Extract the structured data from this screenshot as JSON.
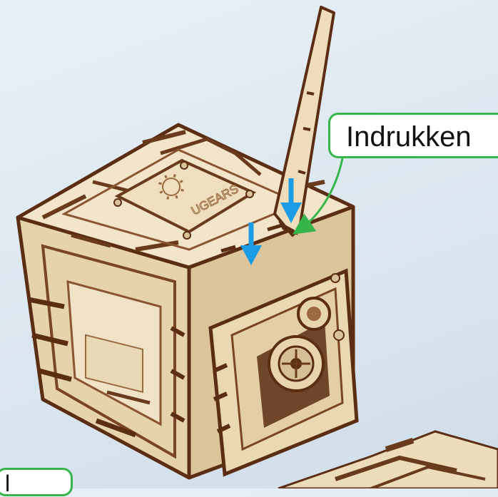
{
  "callouts": {
    "main_label": "Indrukken",
    "corner_label": "l"
  },
  "brand_logo_text": "UGEARS",
  "colors": {
    "background": "#dde8f1",
    "wood_light": "#f1e2c4",
    "wood_mid": "#e4cfa7",
    "wood_dark": "#cdb488",
    "edge_dark": "#5b2e14",
    "arrow_blue": "#1c9ce5",
    "callout_green": "#35b54a"
  },
  "icons": {
    "logo": "ugears-gear-logo-icon",
    "arrow_left": "down-arrow-icon",
    "arrow_right": "down-arrow-icon",
    "leader": "curved-leader-arrow-icon"
  }
}
